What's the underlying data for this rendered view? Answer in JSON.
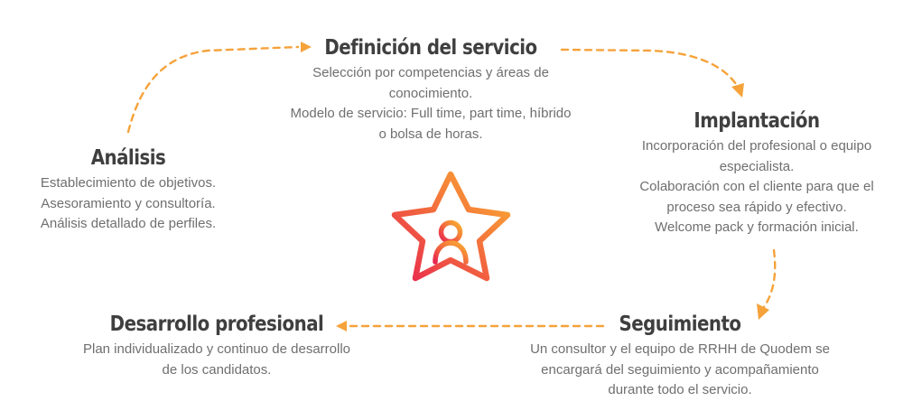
{
  "steps": {
    "analisis": {
      "title": "Análisis",
      "lines": [
        "Establecimiento de objetivos.",
        "Asesoramiento y consultoría.",
        "Análisis detallado de perfiles."
      ]
    },
    "definicion": {
      "title": "Definición del servicio",
      "lines": [
        "Selección por competencias y áreas de",
        "conocimiento.",
        "Modelo de servicio: Full time, part time, híbrido",
        "o bolsa de horas."
      ]
    },
    "implantacion": {
      "title": "Implantación",
      "lines": [
        "Incorporación del profesional o equipo",
        "especialista.",
        "Colaboración con el cliente para que el",
        "proceso sea rápido y efectivo.",
        "Welcome pack y formación inicial."
      ]
    },
    "seguimiento": {
      "title": "Seguimiento",
      "lines": [
        "Un consultor y el equipo de RRHH de Quodem se",
        "encargará del seguimiento y acompañamiento",
        "durante todo el servicio."
      ]
    },
    "desarrollo": {
      "title": "Desarrollo profesional",
      "lines": [
        "Plan individualizado y continuo de desarrollo",
        "de los candidatos."
      ]
    }
  },
  "center_icon": "star-person-icon",
  "colors": {
    "title": "#3f3f3f",
    "text": "#6f6f6f",
    "arrow": "#f5a23a",
    "gradient_start": "#e8264f",
    "gradient_end": "#f9b233"
  }
}
